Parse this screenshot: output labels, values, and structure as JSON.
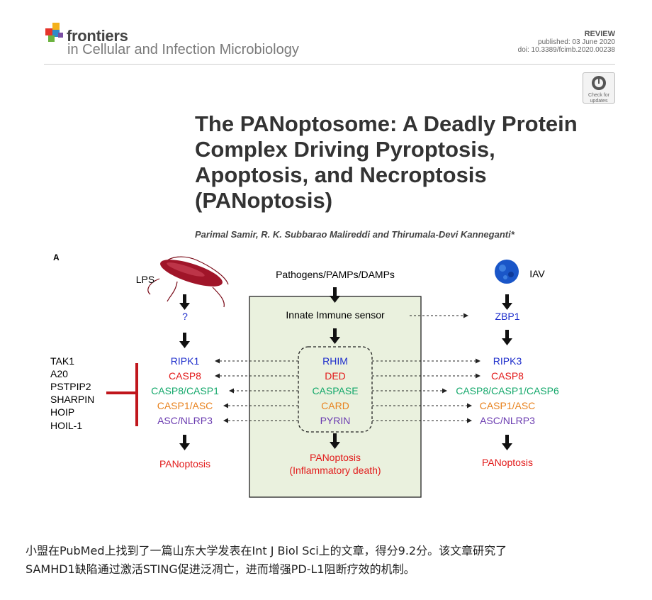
{
  "header": {
    "brand": "frontiers",
    "journal": "in Cellular and Infection Microbiology",
    "article_type": "REVIEW",
    "published": "published: 03 June 2020",
    "doi": "doi: 10.3389/fcimb.2020.00238",
    "updates_badge": "Check for updates"
  },
  "article": {
    "title_lines": [
      "The PANoptosome: A Deadly Protein",
      "Complex Driving Pyroptosis,",
      "Apoptosis, and Necroptosis",
      "(PANoptosis)"
    ],
    "authors": "Parimal Samir, R. K. Subbarao Malireddi and Thirumala-Devi Kanneganti*"
  },
  "figure": {
    "panel": "A",
    "left": {
      "trigger": "LPS",
      "unknown": "?",
      "components": [
        "RIPK1",
        "CASP8",
        "CASP8/CASP1",
        "CASP1/ASC",
        "ASC/NLRP3"
      ],
      "outcome": "PANoptosis"
    },
    "inhibitors": [
      "TAK1",
      "A20",
      "PSTPIP2",
      "SHARPIN",
      "HOIP",
      "HOIL-1"
    ],
    "center": {
      "input": "Pathogens/PAMPs/DAMPs",
      "sensor": "Innate Immune sensor",
      "domains": [
        "RHIM",
        "DED",
        "CASPASE",
        "CARD",
        "PYRIN"
      ],
      "outcome": "PANoptosis",
      "outcome_note": "(Inflammatory death)"
    },
    "right": {
      "trigger": "IAV",
      "sensor": "ZBP1",
      "components": [
        "RIPK3",
        "CASP8",
        "CASP8/CASP1/CASP6",
        "CASP1/ASC",
        "ASC/NLRP3"
      ],
      "outcome": "PANoptosis"
    },
    "colors": {
      "blue": "#1f2fcc",
      "red": "#e21a1a",
      "green": "#14a86b",
      "orange": "#e8821e",
      "purple": "#6a3bb0",
      "box_fill": "#eaf1de",
      "inhibit_bar": "#c0161c"
    }
  },
  "caption": {
    "lines": [
      "小盟在PubMed上找到了一篇山东大学发表在Int J Biol Sci上的文章，得分9.2分。该文章研究了",
      "SAMHD1缺陷通过激活STING促进泛凋亡，进而增强PD-L1阻断疗效的机制。"
    ]
  }
}
